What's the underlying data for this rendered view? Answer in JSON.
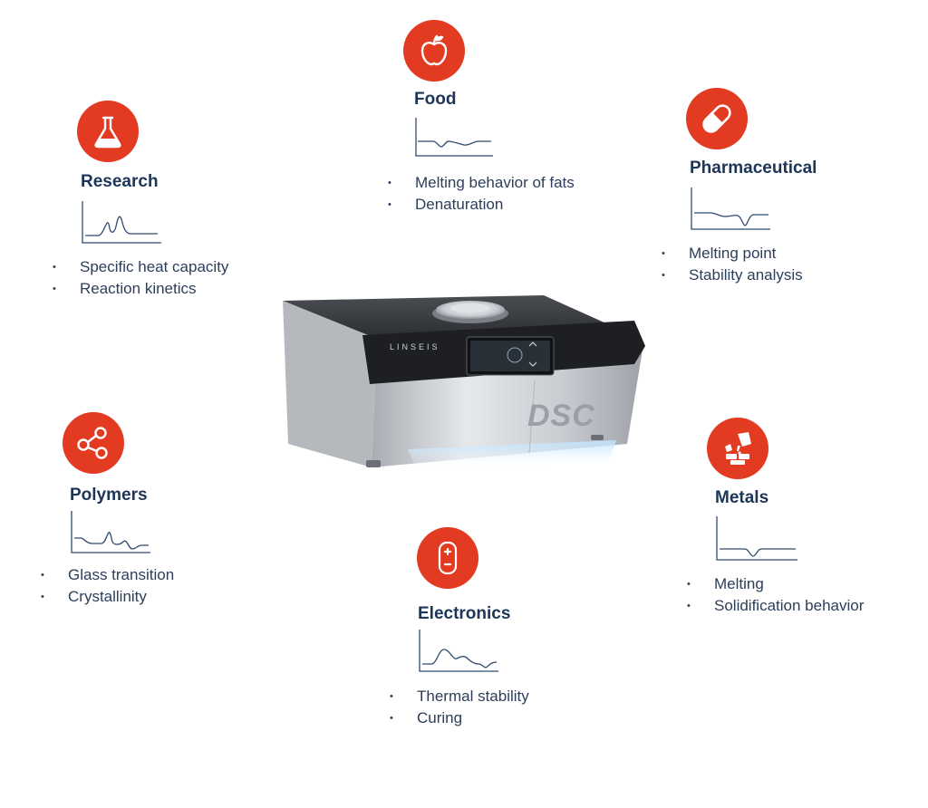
{
  "colors": {
    "accent": "#e33a22",
    "heading": "#1c3558",
    "text": "#2c3e5a",
    "curve": "#2f4a6e"
  },
  "device": {
    "brand": "LINSEIS",
    "label": "DSC"
  },
  "applications": [
    {
      "id": "food",
      "icon": "apple-icon",
      "title": "Food",
      "items": [
        "Melting behavior of fats",
        "Denaturation"
      ]
    },
    {
      "id": "research",
      "icon": "flask-icon",
      "title": "Research",
      "items": [
        "Specific heat capacity",
        "Reaction kinetics"
      ]
    },
    {
      "id": "pharmaceutical",
      "icon": "pill-icon",
      "title": "Pharmaceutical",
      "items": [
        "Melting point",
        "Stability analysis"
      ]
    },
    {
      "id": "polymers",
      "icon": "molecule-icon",
      "title": "Polymers",
      "items": [
        "Glass transition",
        "Crystallinity"
      ]
    },
    {
      "id": "metals",
      "icon": "metal-pouring-icon",
      "title": "Metals",
      "items": [
        "Melting",
        "Solidification behavior"
      ]
    },
    {
      "id": "electronics",
      "icon": "battery-icon",
      "title": "Electronics",
      "items": [
        "Thermal stability",
        "Curing"
      ]
    }
  ]
}
